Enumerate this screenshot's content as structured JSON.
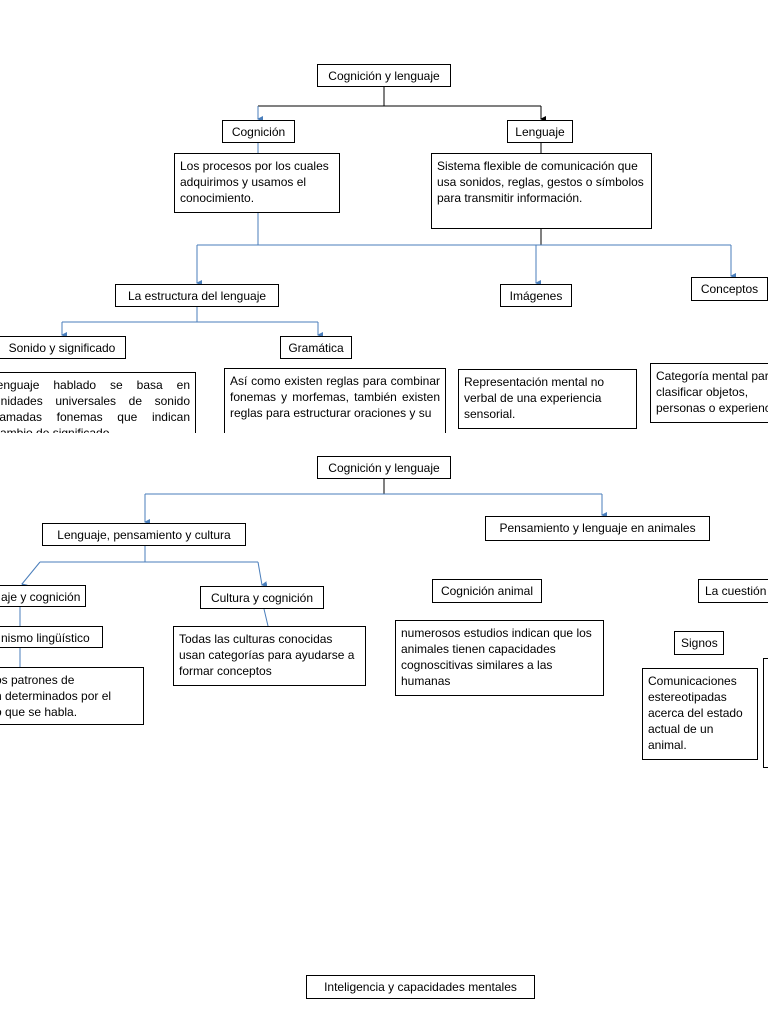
{
  "diagram1": {
    "root": "Cognición y lenguaje",
    "cognicion": "Cognición",
    "lenguaje": "Lenguaje",
    "cognicion_def": "Los procesos por los cuales adquirimos y usamos el conocimiento.",
    "lenguaje_def": "Sistema flexible de comunicación que usa sonidos, reglas, gestos o símbolos para transmitir información.",
    "estructura": "La estructura del lenguaje",
    "imagenes": "Imágenes",
    "conceptos": "Conceptos",
    "sonido": "Sonido y significado",
    "gramatica": "Gramática",
    "sonido_def": "lenguaje hablado se basa en unidades universales de sonido llamadas fonemas que indican cambio de significado",
    "gramatica_def": "Así como existen reglas para combinar fonemas y morfemas, también existen reglas para estructurar oraciones y su",
    "imagenes_def": "Representación mental no verbal de una experiencia sensorial.",
    "conceptos_def": "Categoría mental para clasificar objetos, personas o experiencias"
  },
  "diagram2": {
    "root": "Cognición y lenguaje",
    "lpc": "Lenguaje, pensamiento y cultura",
    "pla": "Pensamiento y lenguaje en animales",
    "lyc": "aje y cognición",
    "cyc": "Cultura y cognición",
    "animal": "Cognición animal",
    "cuestion": "La cuestión",
    "relativismo": "nismo lingüístico",
    "relativismo_def": "os patrones de\nn determinados por el\no que se habla.",
    "cultura_def": "Todas las culturas conocidas usan categorías para ayudarse a formar conceptos",
    "animal_def": "numerosos estudios indican que los animales tienen capacidades cognoscitivas similares a las humanas",
    "signos": "Signos",
    "signos_def": "Comunicaciones estereotipadas acerca del estado actual de un animal."
  },
  "diagram3": {
    "root": "Inteligencia y capacidades mentales"
  },
  "colors": {
    "connector_blue": "#4a7ebb",
    "connector_black": "#000000",
    "border": "#000000"
  }
}
